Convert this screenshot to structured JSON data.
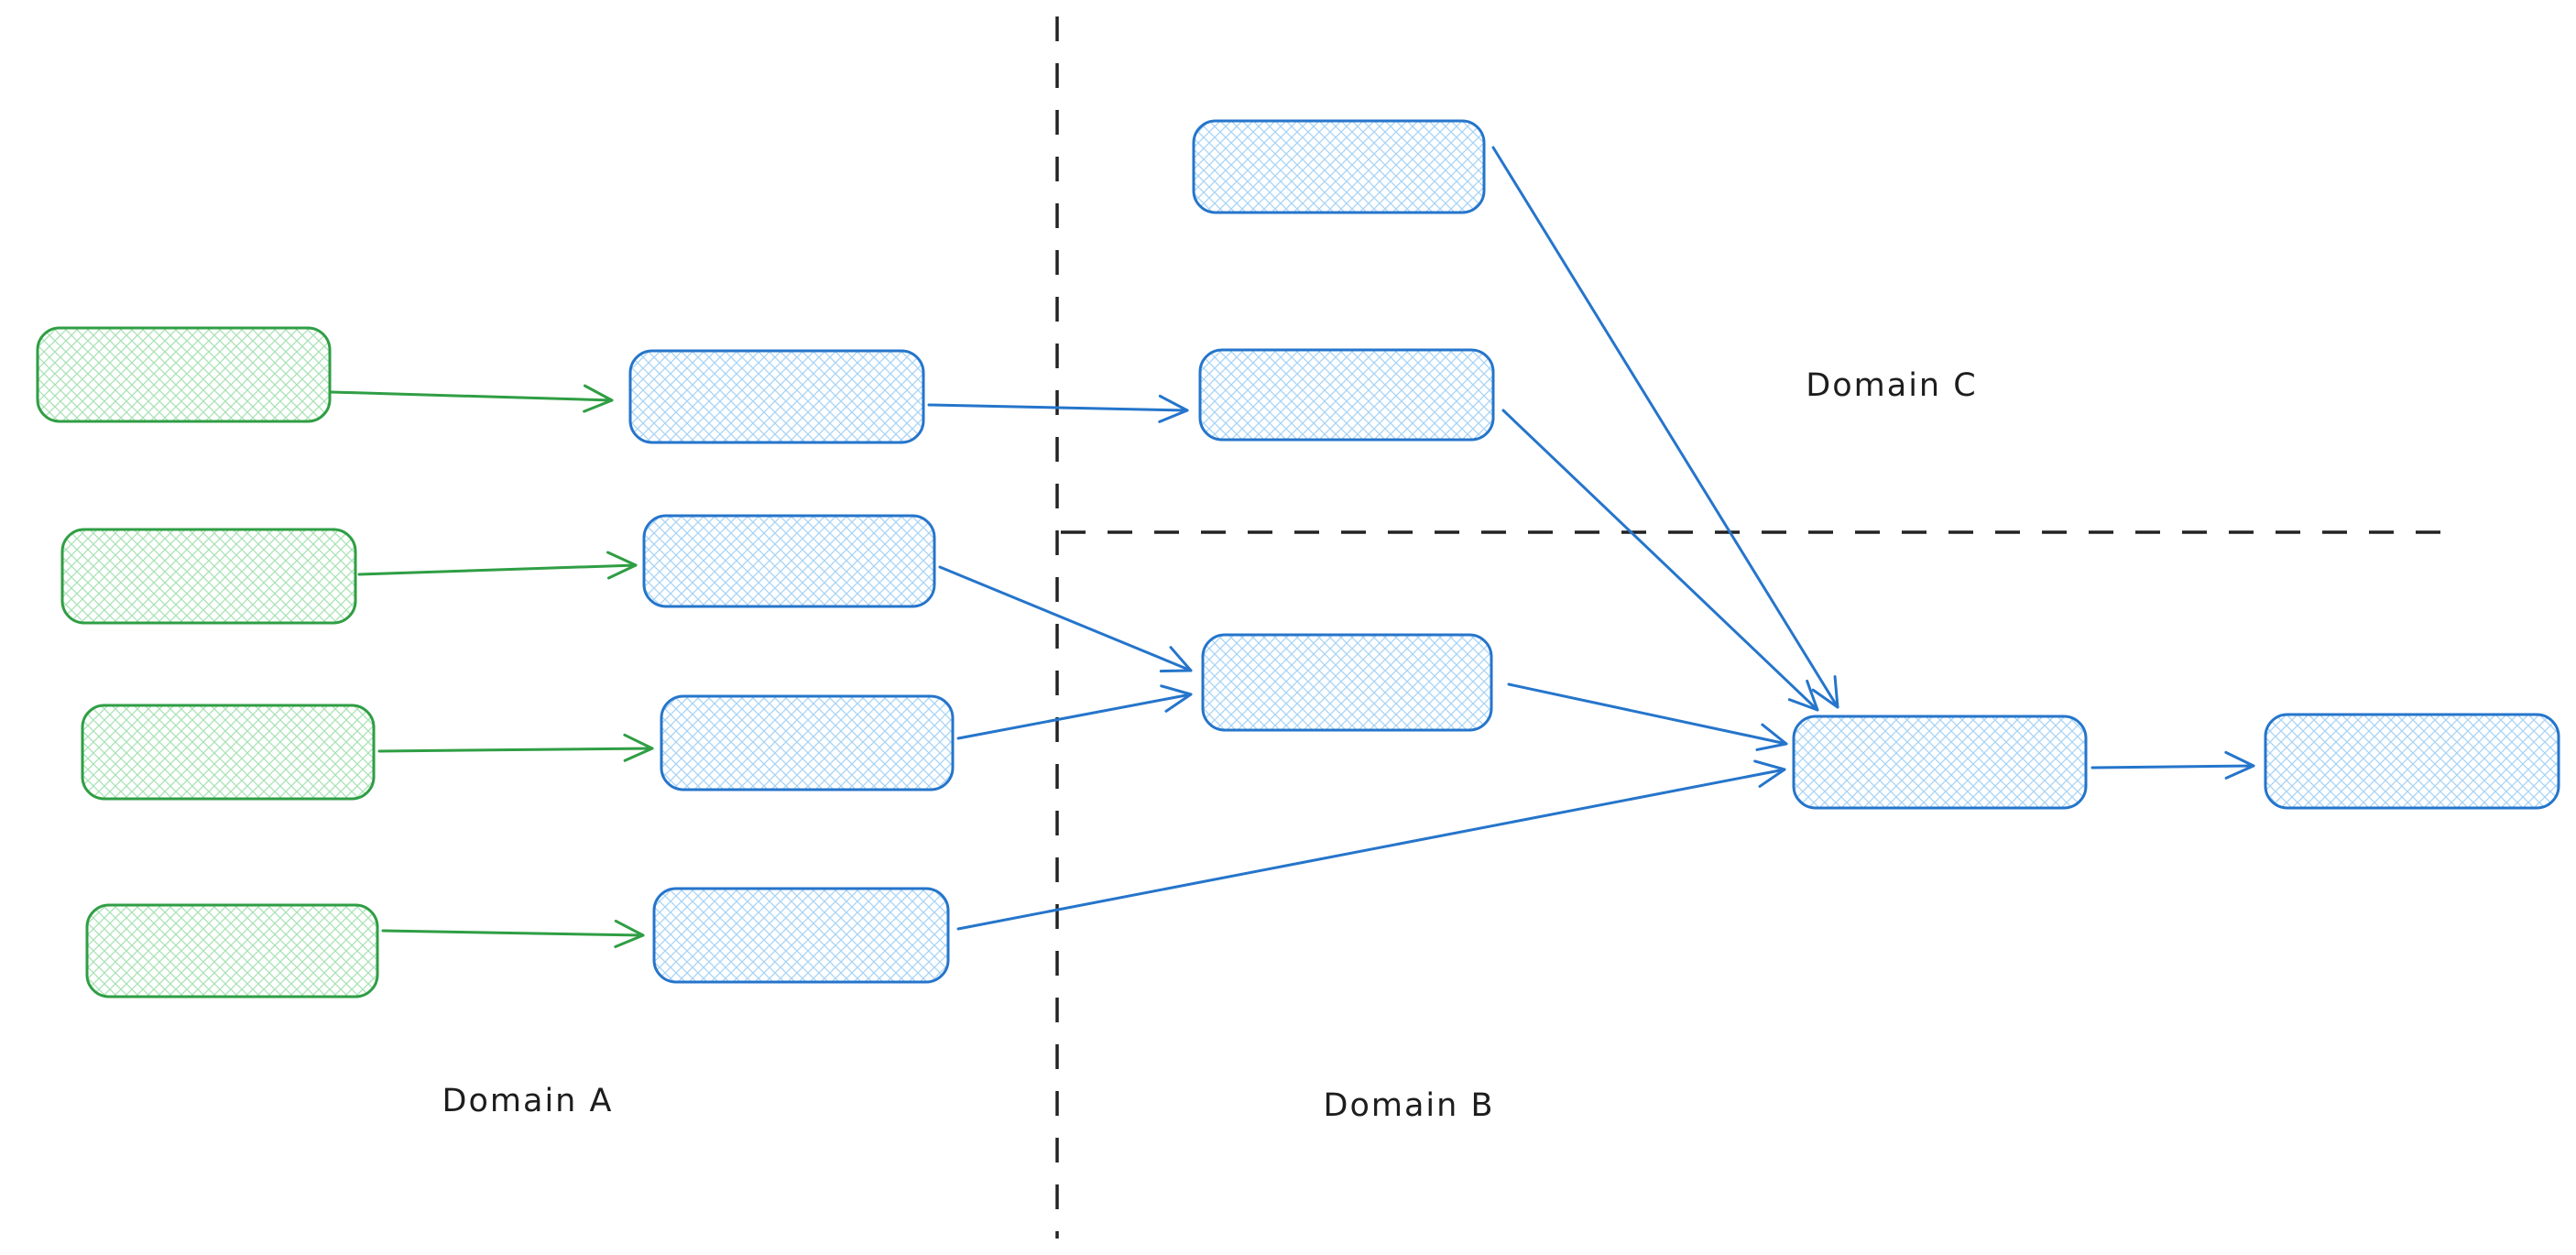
{
  "canvas": {
    "background": "#ffffff"
  },
  "domains": {
    "a": {
      "label": "Domain A"
    },
    "b": {
      "label": "Domain B"
    },
    "c": {
      "label": "Domain C"
    }
  },
  "colors": {
    "green_stroke": "#2f9e44",
    "green_hatch": "#a9e2b5",
    "blue_stroke": "#2575cb",
    "blue_hatch": "#a8d4f5",
    "divider": "#222222",
    "label": "#1d1d1d"
  },
  "graph": {
    "nodes": [
      {
        "id": "a-source-1",
        "domain": "A",
        "style": "green",
        "text": ""
      },
      {
        "id": "a-source-2",
        "domain": "A",
        "style": "green",
        "text": ""
      },
      {
        "id": "a-source-3",
        "domain": "A",
        "style": "green",
        "text": ""
      },
      {
        "id": "a-source-4",
        "domain": "A",
        "style": "green",
        "text": ""
      },
      {
        "id": "a-mid-1",
        "domain": "A",
        "style": "blue",
        "text": ""
      },
      {
        "id": "a-mid-2",
        "domain": "A",
        "style": "blue",
        "text": ""
      },
      {
        "id": "a-mid-3",
        "domain": "A",
        "style": "blue",
        "text": ""
      },
      {
        "id": "a-mid-4",
        "domain": "A",
        "style": "blue",
        "text": ""
      },
      {
        "id": "c-top",
        "domain": "C",
        "style": "blue",
        "text": ""
      },
      {
        "id": "c-mid",
        "domain": "C",
        "style": "blue",
        "text": ""
      },
      {
        "id": "b-join",
        "domain": "B",
        "style": "blue",
        "text": ""
      },
      {
        "id": "b-hub",
        "domain": "B",
        "style": "blue",
        "text": ""
      },
      {
        "id": "b-out",
        "domain": "B",
        "style": "blue",
        "text": ""
      }
    ],
    "edges": [
      {
        "from": "a-source-1",
        "to": "a-mid-1",
        "color": "green"
      },
      {
        "from": "a-source-2",
        "to": "a-mid-2",
        "color": "green"
      },
      {
        "from": "a-source-3",
        "to": "a-mid-3",
        "color": "green"
      },
      {
        "from": "a-source-4",
        "to": "a-mid-4",
        "color": "green"
      },
      {
        "from": "a-mid-1",
        "to": "c-mid",
        "color": "blue"
      },
      {
        "from": "a-mid-2",
        "to": "b-join",
        "color": "blue"
      },
      {
        "from": "a-mid-3",
        "to": "b-join",
        "color": "blue"
      },
      {
        "from": "a-mid-4",
        "to": "b-hub",
        "color": "blue"
      },
      {
        "from": "c-top",
        "to": "b-hub",
        "color": "blue"
      },
      {
        "from": "c-mid",
        "to": "b-hub",
        "color": "blue"
      },
      {
        "from": "b-join",
        "to": "b-hub",
        "color": "blue"
      },
      {
        "from": "b-hub",
        "to": "b-out",
        "color": "blue"
      }
    ]
  }
}
